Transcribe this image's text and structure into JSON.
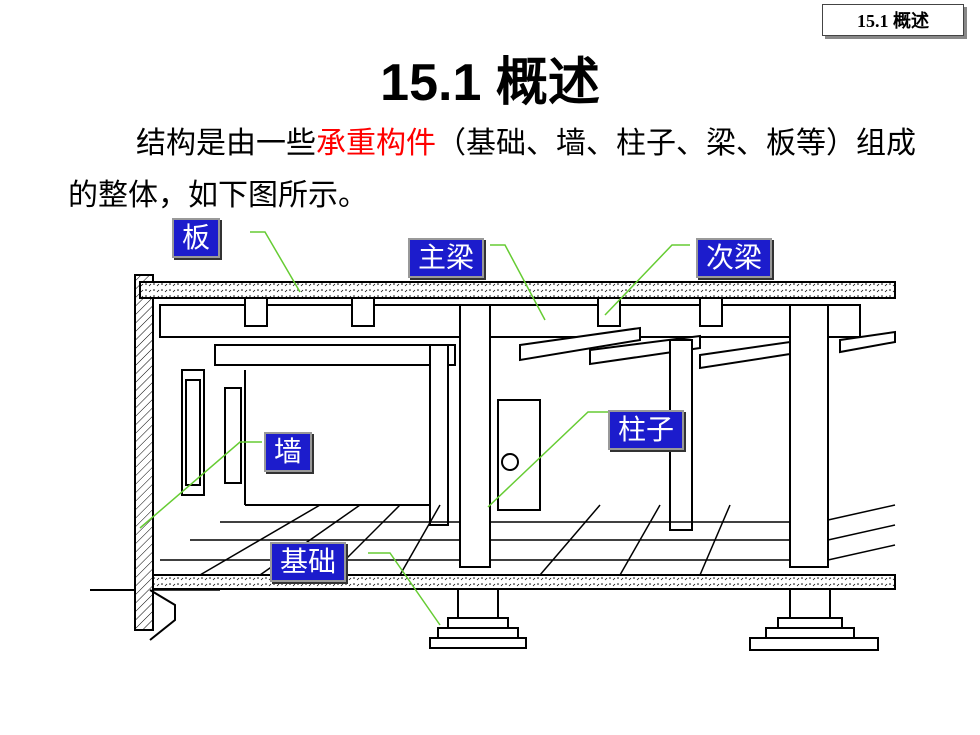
{
  "tag": "15.1  概述",
  "title": "15.1  概述",
  "paragraph": {
    "part1": "结构是由一些",
    "highlight": "承重构件",
    "part2": "（基础、墙、柱子、梁、板等）组成的整体，如下图所示。"
  },
  "labels": {
    "slab": "板",
    "main_beam": "主梁",
    "secondary_beam": "次梁",
    "column": "柱子",
    "wall": "墙",
    "foundation": "基础"
  },
  "colors": {
    "highlight": "#ff0000",
    "label_bg": "#1c1ccc",
    "leader": "#66cc33"
  }
}
